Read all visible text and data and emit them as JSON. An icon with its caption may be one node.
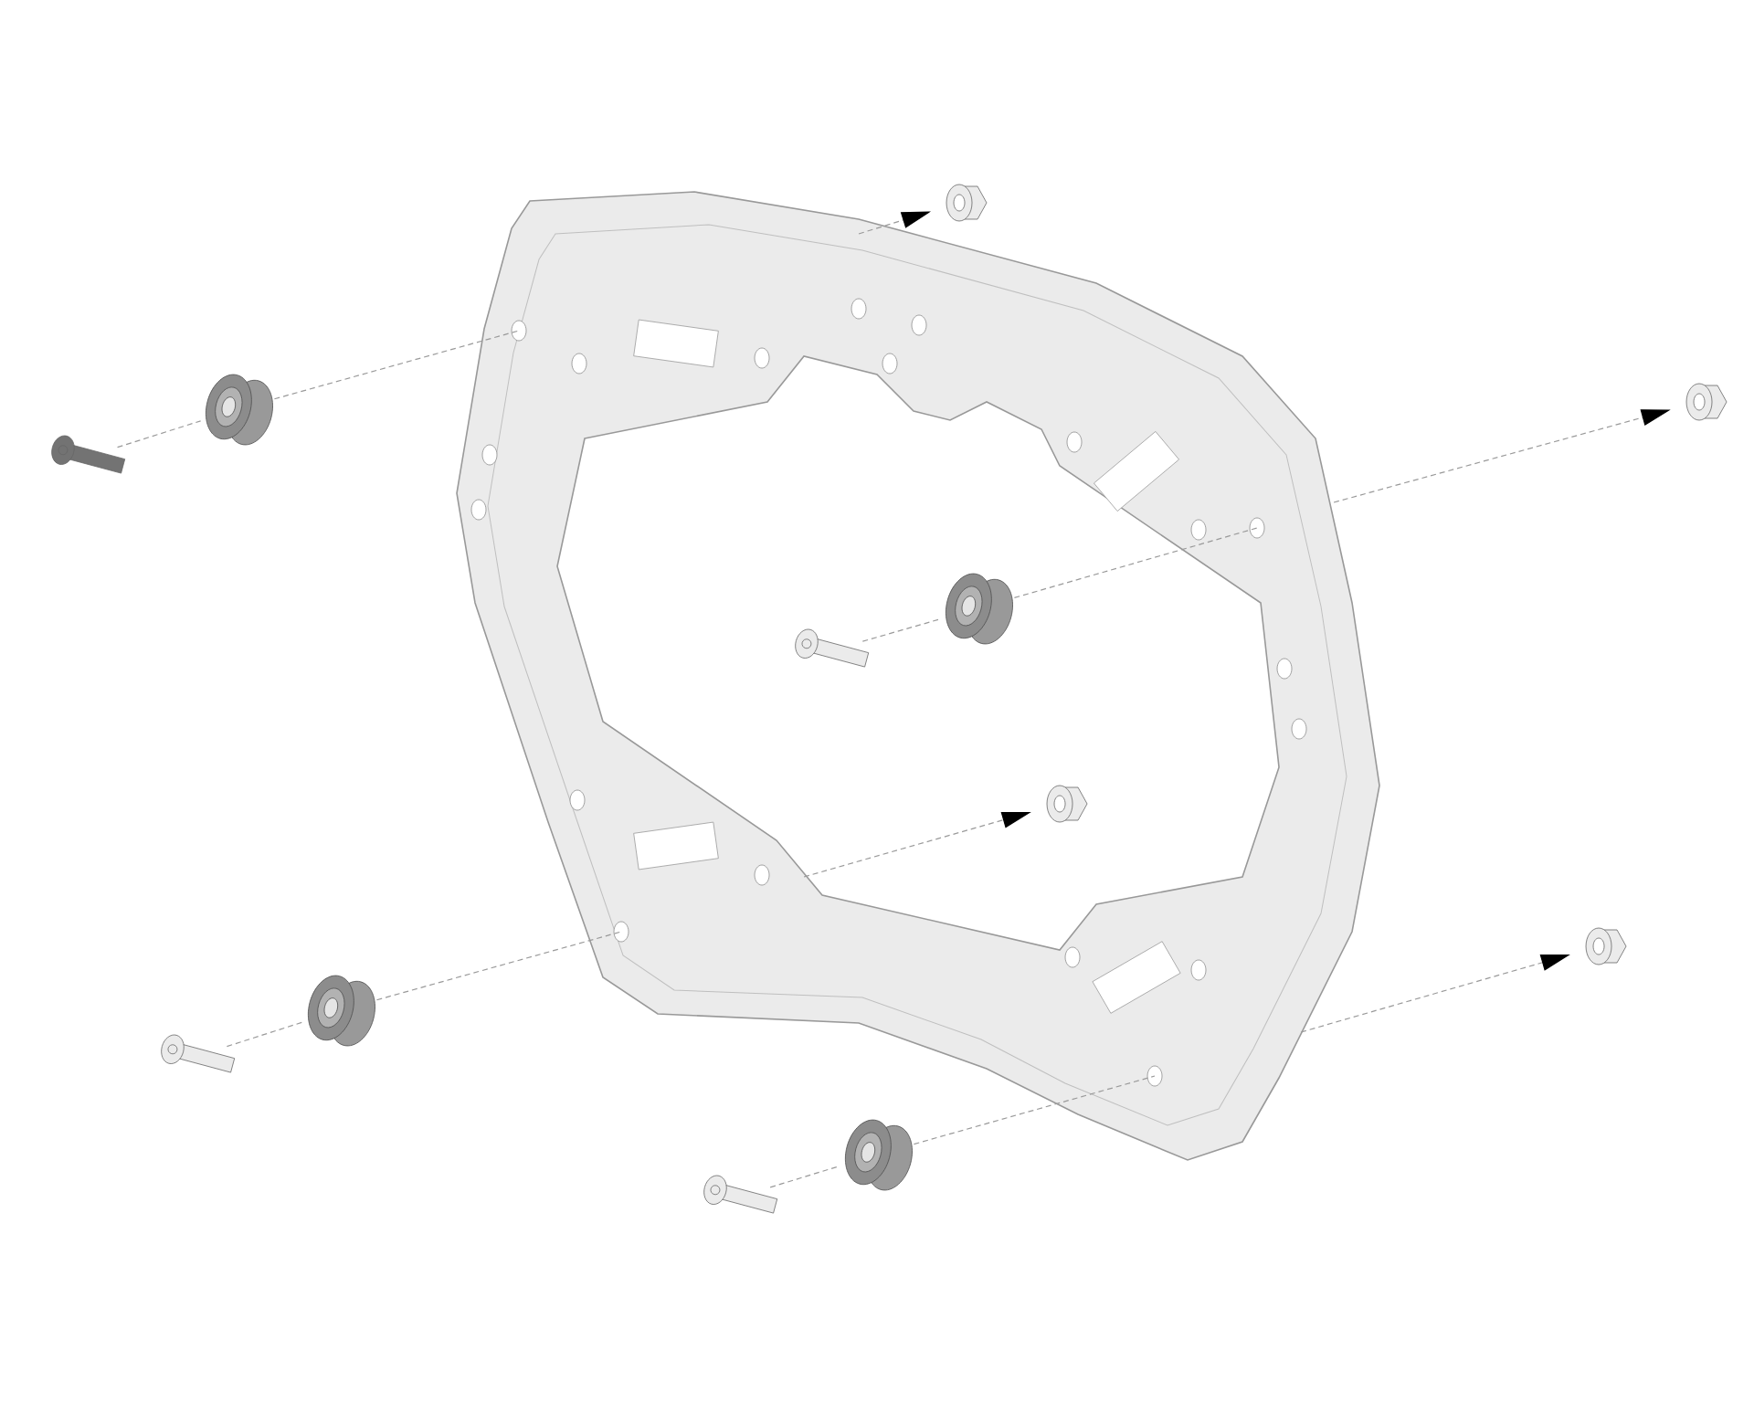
{
  "diagram": {
    "nodes": [
      {
        "text": [],
        "shape": "picture"
      },
      {
        "text": [],
        "shape": "bolt"
      },
      {
        "text": [],
        "shape": "spacer"
      },
      {
        "text": [],
        "shape": "nut"
      },
      {
        "text": [],
        "shape": "nut"
      },
      {
        "text": [],
        "shape": "bolt",
        "in": 0
      },
      {
        "text": [],
        "shape": "spacer",
        "in": 0
      },
      {
        "text": [],
        "shape": "nut",
        "in": 0
      },
      {
        "text": [],
        "shape": "bolt"
      },
      {
        "text": [],
        "shape": "spacer"
      },
      {
        "text": [],
        "shape": "nut"
      },
      {
        "text": [],
        "shape": "bolt"
      },
      {
        "text": [],
        "shape": "spacer"
      }
    ],
    "edges": [
      {
        "from": 1,
        "to": 2,
        "arrow": "none",
        "style": "dashed"
      },
      {
        "from": 2,
        "to": 0,
        "arrow": "none",
        "style": "dashed"
      },
      {
        "from": 0,
        "to": 3,
        "arrow": "to",
        "style": "dashed"
      },
      {
        "from": 0,
        "to": 4,
        "arrow": "to",
        "style": "dashed"
      },
      {
        "from": 5,
        "to": 6,
        "arrow": "none",
        "style": "dashed"
      },
      {
        "from": 6,
        "to": 0,
        "arrow": "none",
        "style": "dashed"
      },
      {
        "from": 0,
        "to": 7,
        "arrow": "to",
        "style": "dashed"
      },
      {
        "from": 8,
        "to": 9,
        "arrow": "none",
        "style": "dashed"
      },
      {
        "from": 9,
        "to": 0,
        "arrow": "none",
        "style": "dashed"
      },
      {
        "from": 0,
        "to": 10,
        "arrow": "to",
        "style": "dashed"
      },
      {
        "from": 11,
        "to": 12,
        "arrow": "none",
        "style": "dashed"
      },
      {
        "from": 12,
        "to": 0,
        "arrow": "none",
        "style": "dashed"
      }
    ]
  }
}
